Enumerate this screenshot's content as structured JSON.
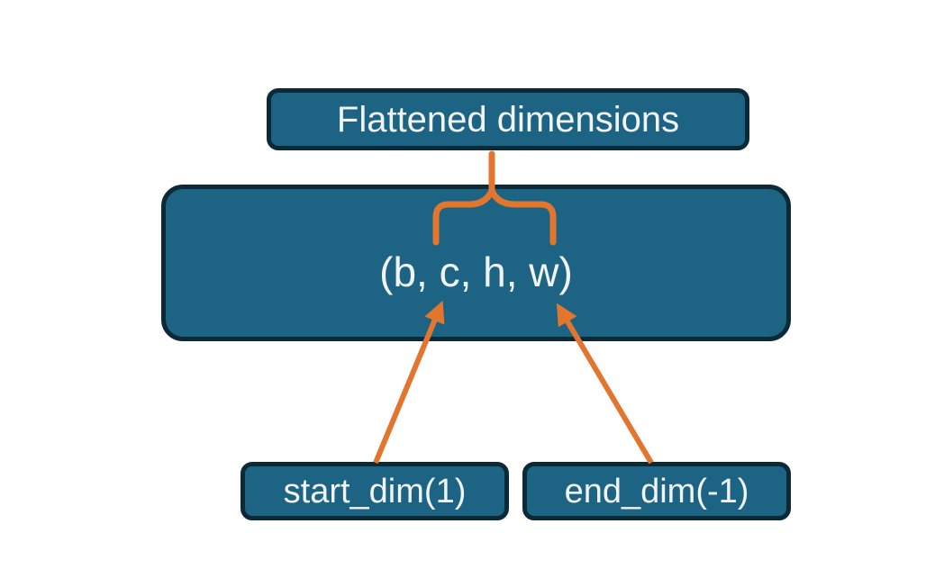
{
  "diagram": {
    "title_box": {
      "label": "Flattened dimensions"
    },
    "tensor_box": {
      "label": "(b, c, h, w)"
    },
    "start_dim_box": {
      "label": "start_dim(1)"
    },
    "end_dim_box": {
      "label": "end_dim(-1)"
    },
    "colors": {
      "node_fill": "#1D6383",
      "node_border": "#0C2938",
      "node_text": "#F0F4F5",
      "connector_orange": "#E2762F",
      "background": "#FFFFFF"
    }
  }
}
